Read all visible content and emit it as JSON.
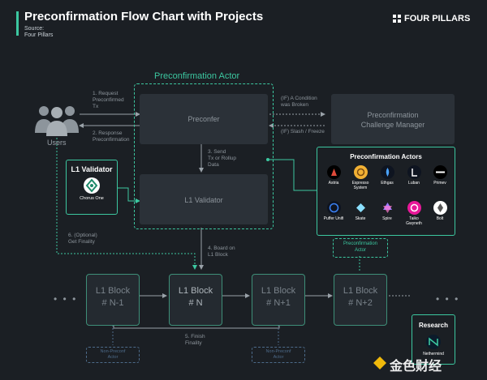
{
  "header": {
    "title": "Preconfirmation Flow Chart with Projects",
    "source_label": "Source:",
    "source_name": "Four Pillars",
    "brand": "FOUR PILLARS"
  },
  "users_label": "Users",
  "actor_group_title": "Preconfirmation Actor",
  "preconfer_label": "Preconfer",
  "l1_validator_inner_label": "L1 Validator",
  "challenge_manager_label": "Preconfirmation\nChallenge Manager",
  "l1_validator_card": {
    "title": "L1 Validator",
    "project": "Chorus One"
  },
  "actors_card": {
    "title": "Preconfirmation Actors",
    "projects": [
      "Astria",
      "Espresso\nSystem",
      "Ethgas",
      "Luban",
      "Primev",
      "Puffer Unifi",
      "Skate",
      "Spire",
      "Taiko\nGwyneth",
      "Bolt"
    ]
  },
  "steps": {
    "s1": "1. Request\nPreconfirmed\nTx",
    "s2": "2. Response\nPreconfirmation",
    "s3": "3. Send\nTx or Rollup\nData",
    "s4": "4. Board on\nL1 Block",
    "s5": "5. Finish\nFinality",
    "s6": "6. (Optional)\nGet Finality",
    "if_broken": "(IF) A Condition\nwas Broken",
    "if_slash": "(IF) Slash / Freeze"
  },
  "blocks": [
    "L1 Block\n# N-1",
    "L1 Block\n# N",
    "L1 Block\n# N+1",
    "L1 Block\n# N+2"
  ],
  "ellipsis": "• • •",
  "non_preconf_label": "Non-Preconf\nActor",
  "preconf_actor_label": "Preconfirmation\nActor",
  "research_card": {
    "title": "Research",
    "project": "Nethermind"
  },
  "watermark": "金色财经",
  "colors": {
    "accent": "#3cc7a0",
    "background": "#1b1f24",
    "box": "#2b3138",
    "non_preconf": "#4d6b8a"
  }
}
